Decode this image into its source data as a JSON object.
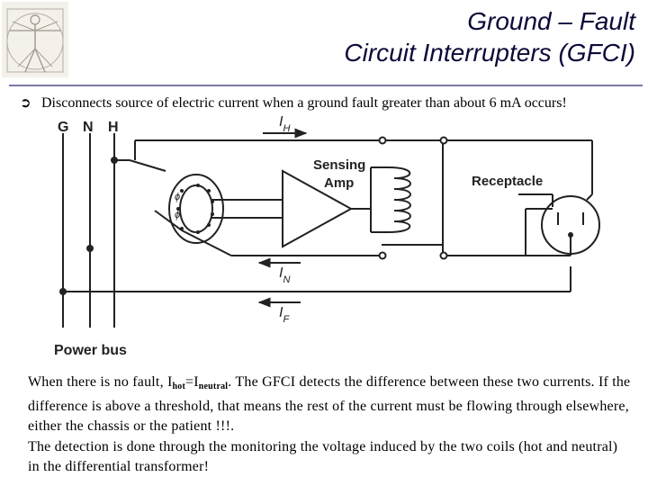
{
  "slide": {
    "title_line1": "Ground – Fault",
    "title_line2": "Circuit Interrupters (GFCI)",
    "bullet_text": "Disconnects source of electric current when a ground fault greater than about 6 mA occurs!"
  },
  "diagram": {
    "bus_labels": [
      "G",
      "N",
      "H"
    ],
    "power_bus_label": "Power bus",
    "sensing_amp_line1": "Sensing",
    "sensing_amp_line2": "Amp",
    "receptacle_label": "Receptacle",
    "current_labels": [
      {
        "main": "I",
        "sub": "H"
      },
      {
        "main": "I",
        "sub": "N"
      },
      {
        "main": "I",
        "sub": "F"
      }
    ]
  },
  "paragraph1": {
    "before": "When there is no fault, I",
    "hot_sub": "hot",
    "equals": "=I",
    "neutral_sub": "neutral",
    "after": ". The GFCI detects the difference between these two currents. If the difference is above a threshold, that means the rest of the current must be flowing through elsewhere, either the chassis or the patient !!!."
  },
  "paragraph2": "The detection is done through the monitoring the voltage induced by the two coils (hot and neutral) in the differential transformer!"
}
